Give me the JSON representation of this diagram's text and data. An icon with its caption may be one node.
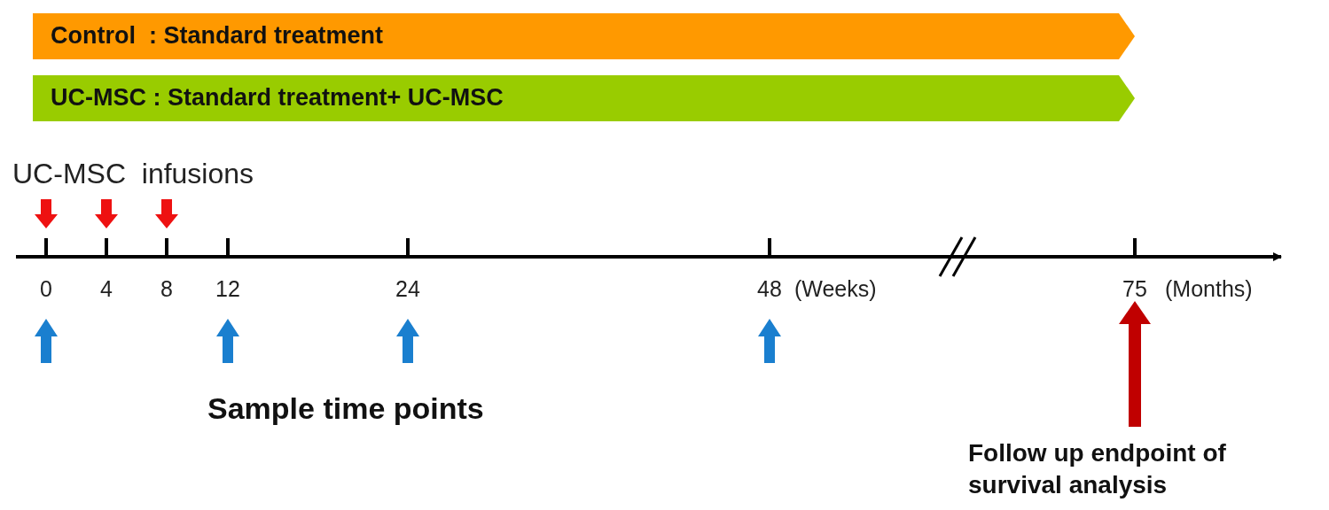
{
  "diagram": {
    "nodes": [
      {
        "text": [
          "Control  : Standard treatment"
        ]
      },
      {
        "text": [
          "UC-MSC : Standard treatment+ UC-MSC"
        ]
      }
    ],
    "labels": [
      "UC-MSC  infusions",
      "0",
      "4",
      "8",
      "12",
      "24",
      "48",
      "(Weeks)",
      "75",
      "(Months)",
      "Sample time points",
      "Follow up endpoint of survival analysis"
    ]
  }
}
